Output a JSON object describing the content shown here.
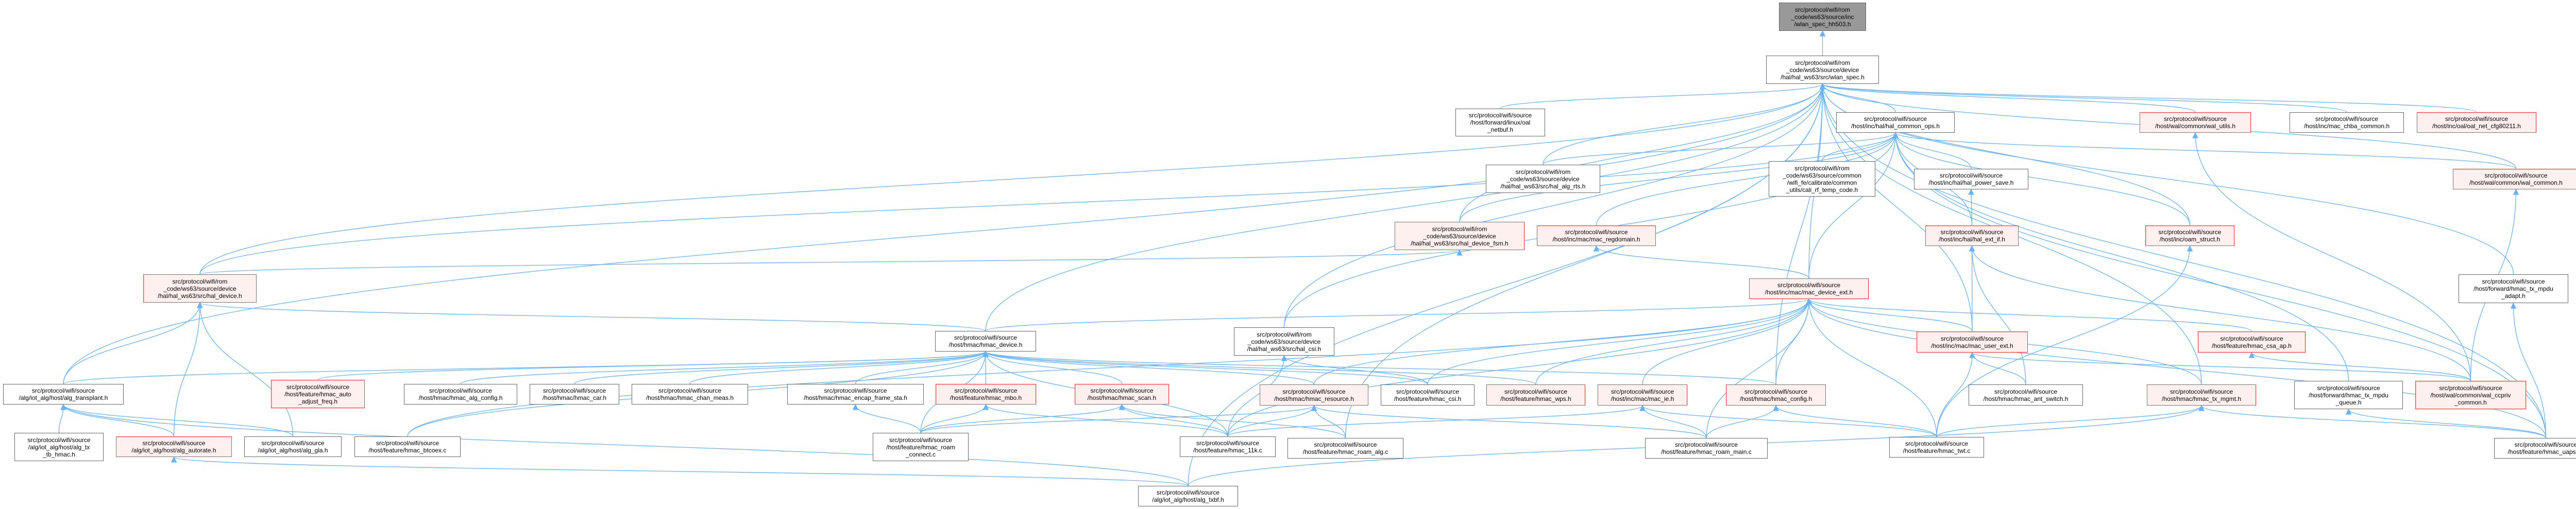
{
  "graph": {
    "title": "Include dependency graph for wlan_spec_hh503.h",
    "colors": {
      "edge": "#63b3ff",
      "truncated_border": "#ff3b3b",
      "truncated_fill": "#fff0f0",
      "current_fill": "#999999"
    },
    "nodes": [
      {
        "id": "hh503",
        "kind": "current",
        "label": "src/protocol/wifi/rom\n_code/ws63/source/inc\n/wlan_spec_hh503.h"
      },
      {
        "id": "wlan_spec",
        "kind": "normal",
        "label": "src/protocol/wifi/rom\n_code/ws63/source/device\n/hal/hal_ws63/src/wlan_spec.h"
      },
      {
        "id": "oal_netbuf",
        "kind": "normal",
        "label": "src/protocol/wifi/source\n/host/forward/linux/oal\n_netbuf.h"
      },
      {
        "id": "hal_common_ops",
        "kind": "normal",
        "label": "src/protocol/wifi/source\n/host/inc/hal/hal_common_ops.h"
      },
      {
        "id": "wal_utils",
        "kind": "truncated",
        "label": "src/protocol/wifi/source\n/host/wal/common/wal_utils.h"
      },
      {
        "id": "mac_chba_common",
        "kind": "normal",
        "label": "src/protocol/wifi/source\n/host/inc/mac_chba_common.h"
      },
      {
        "id": "oal_net_cfg80211",
        "kind": "truncated",
        "label": "src/protocol/wifi/source\n/host/inc/oal/oal_net_cfg80211.h"
      },
      {
        "id": "hal_alg_rts",
        "kind": "normal",
        "label": "src/protocol/wifi/rom\n_code/ws63/source/device\n/hal/hal_ws63/src/hal_alg_rts.h"
      },
      {
        "id": "cali_rf_temp_code",
        "kind": "normal",
        "label": "src/protocol/wifi/rom\n_code/ws63/source/common\n/wifi_fe/calibrate/common\n_utils/cali_rf_temp_code.h"
      },
      {
        "id": "hal_power_save",
        "kind": "normal",
        "label": "src/protocol/wifi/source\n/host/inc/hal/hal_power_save.h"
      },
      {
        "id": "wal_common",
        "kind": "truncated",
        "label": "src/protocol/wifi/source\n/host/wal/common/wal_common.h"
      },
      {
        "id": "hal_device_fsm",
        "kind": "truncated",
        "label": "src/protocol/wifi/rom\n_code/ws63/source/device\n/hal/hal_ws63/src/hal_device_fsm.h"
      },
      {
        "id": "mac_regdomain",
        "kind": "truncated",
        "label": "src/protocol/wifi/source\n/host/inc/mac/mac_regdomain.h"
      },
      {
        "id": "hal_ext_if",
        "kind": "truncated",
        "label": "src/protocol/wifi/source\n/host/inc/hal/hal_ext_if.h"
      },
      {
        "id": "oam_struct",
        "kind": "truncated",
        "label": "src/protocol/wifi/source\n/host/inc/oam_struct.h"
      },
      {
        "id": "hal_device",
        "kind": "truncated",
        "label": "src/protocol/wifi/rom\n_code/ws63/source/device\n/hal/hal_ws63/src/hal_device.h"
      },
      {
        "id": "mac_device_ext",
        "kind": "truncated",
        "label": "src/protocol/wifi/source\n/host/inc/mac/mac_device_ext.h"
      },
      {
        "id": "hmac_tx_mpdu_adapt",
        "kind": "normal",
        "label": "src/protocol/wifi/source\n/host/forward/hmac_tx_mpdu\n_adapt.h"
      },
      {
        "id": "hal_csi",
        "kind": "normal",
        "label": "src/protocol/wifi/rom\n_code/ws63/source/device\n/hal/hal_ws63/src/hal_csi.h"
      },
      {
        "id": "hmac_device",
        "kind": "normal",
        "label": "src/protocol/wifi/source\n/host/hmac/hmac_device.h"
      },
      {
        "id": "mac_user_ext",
        "kind": "truncated",
        "label": "src/protocol/wifi/source\n/host/inc/mac/mac_user_ext.h"
      },
      {
        "id": "hmac_csa_ap",
        "kind": "truncated",
        "label": "src/protocol/wifi/source\n/host/feature/hmac_csa_ap.h"
      },
      {
        "id": "alg_transplant",
        "kind": "normal",
        "label": "src/protocol/wifi/source\n/alg/iot_alg/host/alg_transplant.h"
      },
      {
        "id": "hmac_auto_adjust_freq",
        "kind": "truncated",
        "label": "src/protocol/wifi/source\n/host/feature/hmac_auto\n_adjust_freq.h"
      },
      {
        "id": "hmac_alg_config",
        "kind": "normal",
        "label": "src/protocol/wifi/source\n/host/hmac/hmac_alg_config.h"
      },
      {
        "id": "hmac_car",
        "kind": "normal",
        "label": "src/protocol/wifi/source\n/host/hmac/hmac_car.h"
      },
      {
        "id": "hmac_chan_meas",
        "kind": "normal",
        "label": "src/protocol/wifi/source\n/host/hmac/hmac_chan_meas.h"
      },
      {
        "id": "hmac_encap_frame_sta",
        "kind": "normal",
        "label": "src/protocol/wifi/source\n/host/hmac/hmac_encap_frame_sta.h"
      },
      {
        "id": "hmac_mbo",
        "kind": "truncated",
        "label": "src/protocol/wifi/source\n/host/feature/hmac_mbo.h"
      },
      {
        "id": "hmac_scan",
        "kind": "truncated",
        "label": "src/protocol/wifi/source\n/host/hmac/hmac_scan.h"
      },
      {
        "id": "hmac_resource",
        "kind": "truncated",
        "label": "src/protocol/wifi/source\n/host/hmac/hmac_resource.h"
      },
      {
        "id": "hmac_csi",
        "kind": "normal",
        "label": "src/protocol/wifi/source\n/host/feature/hmac_csi.h"
      },
      {
        "id": "hmac_wps",
        "kind": "truncated",
        "label": "src/protocol/wifi/source\n/host/feature/hmac_wps.h"
      },
      {
        "id": "mac_ie",
        "kind": "truncated",
        "label": "src/protocol/wifi/source\n/host/inc/mac/mac_ie.h"
      },
      {
        "id": "hmac_config",
        "kind": "truncated",
        "label": "src/protocol/wifi/source\n/host/hmac/hmac_config.h"
      },
      {
        "id": "hmac_ant_switch",
        "kind": "normal",
        "label": "src/protocol/wifi/source\n/host/hmac/hmac_ant_switch.h"
      },
      {
        "id": "hmac_tx_mgmt",
        "kind": "truncated",
        "label": "src/protocol/wifi/source\n/host/hmac/hmac_tx_mgmt.h"
      },
      {
        "id": "hmac_tx_mpdu_queue",
        "kind": "normal",
        "label": "src/protocol/wifi/source\n/host/forward/hmac_tx_mpdu\n_queue.h"
      },
      {
        "id": "wal_ccpriv_common",
        "kind": "truncated",
        "label": "src/protocol/wifi/source\n/host/wal/common/wal_ccpriv\n_common.h"
      },
      {
        "id": "alg_tx_tb_hmac",
        "kind": "normal",
        "label": "src/protocol/wifi/source\n/alg/iot_alg/host/alg_tx\n_tb_hmac.h"
      },
      {
        "id": "alg_autorate",
        "kind": "truncated",
        "label": "src/protocol/wifi/source\n/alg/iot_alg/host/alg_autorate.h"
      },
      {
        "id": "alg_gla",
        "kind": "normal",
        "label": "src/protocol/wifi/source\n/alg/iot_alg/host/alg_gla.h"
      },
      {
        "id": "hmac_btcoex",
        "kind": "normal",
        "label": "src/protocol/wifi/source\n/host/feature/hmac_btcoex.c"
      },
      {
        "id": "hmac_roam_connect",
        "kind": "normal",
        "label": "src/protocol/wifi/source\n/host/feature/hmac_roam\n_connect.c"
      },
      {
        "id": "hmac_11k",
        "kind": "normal",
        "label": "src/protocol/wifi/source\n/host/feature/hmac_11k.c"
      },
      {
        "id": "hmac_roam_alg",
        "kind": "normal",
        "label": "src/protocol/wifi/source\n/host/feature/hmac_roam_alg.c"
      },
      {
        "id": "hmac_roam_main",
        "kind": "normal",
        "label": "src/protocol/wifi/source\n/host/feature/hmac_roam_main.c"
      },
      {
        "id": "hmac_twt",
        "kind": "normal",
        "label": "src/protocol/wifi/source\n/host/feature/hmac_twt.c"
      },
      {
        "id": "hmac_uapsd",
        "kind": "normal",
        "label": "src/protocol/wifi/source\n/host/feature/hmac_uapsd.c"
      },
      {
        "id": "alg_txbf",
        "kind": "normal",
        "label": "src/protocol/wifi/source\n/alg/iot_alg/host/alg_txbf.h"
      }
    ],
    "edges": [
      [
        "wlan_spec",
        "hh503"
      ],
      [
        "oal_netbuf",
        "wlan_spec"
      ],
      [
        "hal_common_ops",
        "wlan_spec"
      ],
      [
        "wal_utils",
        "wlan_spec"
      ],
      [
        "mac_chba_common",
        "wlan_spec"
      ],
      [
        "oal_net_cfg80211",
        "wlan_spec"
      ],
      [
        "hal_alg_rts",
        "wlan_spec"
      ],
      [
        "hal_device",
        "wlan_spec"
      ],
      [
        "hal_device_fsm",
        "wlan_spec"
      ],
      [
        "mac_device_ext",
        "wlan_spec"
      ],
      [
        "hal_csi",
        "wlan_spec"
      ],
      [
        "hmac_device",
        "wlan_spec"
      ],
      [
        "mac_user_ext",
        "wlan_spec"
      ],
      [
        "oam_struct",
        "wlan_spec"
      ],
      [
        "alg_transplant",
        "wlan_spec"
      ],
      [
        "hmac_config",
        "wlan_spec"
      ],
      [
        "hmac_tx_mpdu_adapt",
        "wlan_spec"
      ],
      [
        "wal_common",
        "wlan_spec"
      ],
      [
        "hmac_uapsd",
        "wlan_spec"
      ],
      [
        "alg_txbf",
        "wlan_spec"
      ],
      [
        "hmac_tx_mgmt",
        "wlan_spec"
      ],
      [
        "hmac_roam_alg",
        "wlan_spec"
      ],
      [
        "cali_rf_temp_code",
        "hal_common_ops"
      ],
      [
        "hal_power_save",
        "hal_common_ops"
      ],
      [
        "hal_alg_rts",
        "hal_common_ops"
      ],
      [
        "hal_device",
        "hal_common_ops"
      ],
      [
        "hal_device_fsm",
        "hal_common_ops"
      ],
      [
        "hal_ext_if",
        "hal_common_ops"
      ],
      [
        "mac_device_ext",
        "hal_common_ops"
      ],
      [
        "wal_common",
        "hal_common_ops"
      ],
      [
        "hal_csi",
        "hal_common_ops"
      ],
      [
        "oam_struct",
        "hal_common_ops"
      ],
      [
        "mac_regdomain",
        "hal_common_ops"
      ],
      [
        "hmac_tx_mpdu_queue",
        "hal_common_ops"
      ],
      [
        "hmac_uapsd",
        "hal_common_ops"
      ],
      [
        "hal_ext_if",
        "hal_power_save"
      ],
      [
        "mac_user_ext",
        "hal_ext_if"
      ],
      [
        "wal_ccpriv_common",
        "hal_ext_if"
      ],
      [
        "hmac_ant_switch",
        "hal_ext_if"
      ],
      [
        "mac_device_ext",
        "mac_regdomain"
      ],
      [
        "hal_device",
        "hal_device_fsm"
      ],
      [
        "hmac_device",
        "mac_device_ext"
      ],
      [
        "hmac_resource",
        "mac_device_ext"
      ],
      [
        "hmac_csi",
        "mac_device_ext"
      ],
      [
        "hmac_wps",
        "mac_device_ext"
      ],
      [
        "mac_ie",
        "mac_device_ext"
      ],
      [
        "hmac_config",
        "mac_device_ext"
      ],
      [
        "mac_user_ext",
        "mac_device_ext"
      ],
      [
        "hmac_csa_ap",
        "mac_device_ext"
      ],
      [
        "hmac_tx_mgmt",
        "mac_device_ext"
      ],
      [
        "hmac_roam_main",
        "mac_device_ext"
      ],
      [
        "hmac_11k",
        "mac_device_ext"
      ],
      [
        "hmac_btcoex",
        "mac_device_ext"
      ],
      [
        "hmac_twt",
        "mac_device_ext"
      ],
      [
        "hmac_uapsd",
        "mac_device_ext"
      ],
      [
        "alg_transplant",
        "hmac_device"
      ],
      [
        "hmac_auto_adjust_freq",
        "hmac_device"
      ],
      [
        "hmac_alg_config",
        "hmac_device"
      ],
      [
        "hmac_car",
        "hmac_device"
      ],
      [
        "hmac_chan_meas",
        "hmac_device"
      ],
      [
        "hmac_encap_frame_sta",
        "hmac_device"
      ],
      [
        "hmac_mbo",
        "hmac_device"
      ],
      [
        "hmac_scan",
        "hmac_device"
      ],
      [
        "hmac_resource",
        "hmac_device"
      ],
      [
        "hmac_csi",
        "hmac_device"
      ],
      [
        "hmac_wps",
        "hmac_device"
      ],
      [
        "hmac_config",
        "hmac_device"
      ],
      [
        "hmac_11k",
        "hmac_device"
      ],
      [
        "hmac_roam_connect",
        "hmac_device"
      ],
      [
        "hmac_btcoex",
        "hmac_device"
      ],
      [
        "alg_transplant",
        "hal_device"
      ],
      [
        "alg_autorate",
        "hal_device"
      ],
      [
        "alg_gla",
        "hal_device"
      ],
      [
        "hmac_device",
        "hal_device"
      ],
      [
        "alg_tx_tb_hmac",
        "alg_transplant"
      ],
      [
        "alg_autorate",
        "alg_transplant"
      ],
      [
        "alg_gla",
        "alg_transplant"
      ],
      [
        "alg_txbf",
        "alg_transplant"
      ],
      [
        "alg_txbf",
        "alg_autorate"
      ],
      [
        "hmac_roam_connect",
        "hmac_encap_frame_sta"
      ],
      [
        "hmac_roam_connect",
        "hmac_mbo"
      ],
      [
        "hmac_11k",
        "hmac_mbo"
      ],
      [
        "hmac_roam_connect",
        "hmac_scan"
      ],
      [
        "hmac_11k",
        "hmac_scan"
      ],
      [
        "hmac_roam_alg",
        "hmac_scan"
      ],
      [
        "hmac_11k",
        "hmac_resource"
      ],
      [
        "hmac_roam_alg",
        "hmac_resource"
      ],
      [
        "hmac_roam_main",
        "hmac_resource"
      ],
      [
        "hmac_roam_connect",
        "hmac_resource"
      ],
      [
        "hmac_roam_main",
        "mac_ie"
      ],
      [
        "hmac_twt",
        "mac_ie"
      ],
      [
        "hmac_11k",
        "mac_ie"
      ],
      [
        "hmac_twt",
        "hmac_config"
      ],
      [
        "hmac_roam_main",
        "hmac_config"
      ],
      [
        "hmac_ant_switch",
        "mac_user_ext"
      ],
      [
        "hmac_twt",
        "mac_user_ext"
      ],
      [
        "wal_ccpriv_common",
        "mac_user_ext"
      ],
      [
        "wal_ccpriv_common",
        "hmac_csa_ap"
      ],
      [
        "hmac_twt",
        "hmac_tx_mgmt"
      ],
      [
        "hmac_uapsd",
        "hmac_tx_mgmt"
      ],
      [
        "alg_txbf",
        "hmac_tx_mgmt"
      ],
      [
        "hmac_uapsd",
        "hmac_tx_mpdu_queue"
      ],
      [
        "hmac_uapsd",
        "hmac_tx_mpdu_adapt"
      ],
      [
        "wal_ccpriv_common",
        "wal_common"
      ],
      [
        "wal_ccpriv_common",
        "wal_utils"
      ],
      [
        "hmac_twt",
        "oam_struct"
      ],
      [
        "hmac_csi",
        "hal_csi"
      ],
      [
        "hmac_11k",
        "hal_csi"
      ]
    ]
  }
}
